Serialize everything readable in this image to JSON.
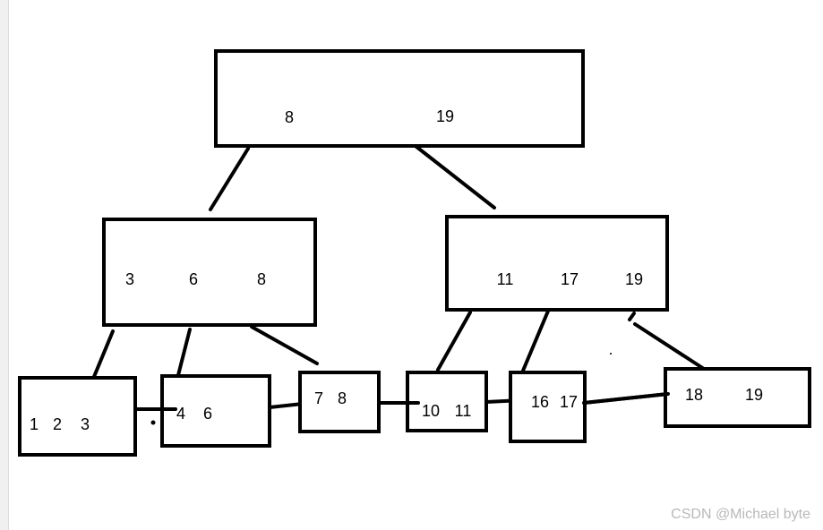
{
  "diagram": {
    "nodes": {
      "root": [
        "8",
        "19"
      ],
      "left_internal": [
        "3",
        "6",
        "8"
      ],
      "right_internal": [
        "11",
        "17",
        "19"
      ],
      "leaves": [
        [
          "1",
          "2",
          "3"
        ],
        [
          "4",
          "6"
        ],
        [
          "7",
          "8"
        ],
        [
          "10",
          "11"
        ],
        [
          "16",
          "17"
        ],
        [
          "18",
          "19"
        ]
      ]
    }
  },
  "watermark": "CSDN @Michael byte",
  "colors": {
    "stroke": "#000000",
    "background": "#ffffff",
    "watermark": "#b8b8b8"
  }
}
